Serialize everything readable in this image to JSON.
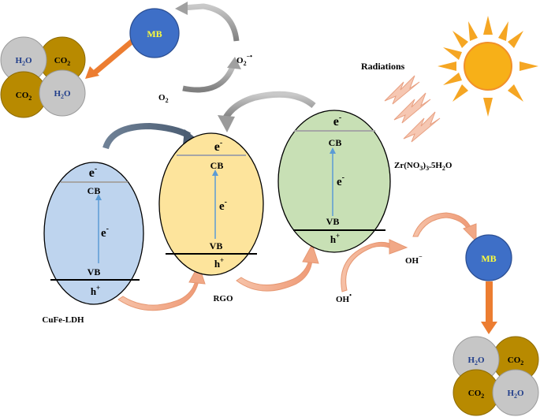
{
  "materials": {
    "ldh": "CuFe-LDH",
    "rgo": "RGO",
    "zr": "Zr(NO",
    "zr_sub1": "3",
    "zr_mid": ")",
    "zr_sub2": "3",
    "zr_tail": ".5H",
    "zr_sub3": "2",
    "zr_end": "O"
  },
  "bands": {
    "cb": "CB",
    "vb": "VB",
    "electron": "e",
    "electron_sup": "-",
    "hole": "h",
    "hole_sup": "+"
  },
  "species": {
    "mb": "MB",
    "o2": "O",
    "o2_sub": "2",
    "superoxide": "O",
    "superoxide_sub": "2",
    "superoxide_sup": "−•",
    "oh_radical": "OH",
    "oh_radical_sup": "•",
    "hydroxide": "OH",
    "hydroxide_sup": "−"
  },
  "products": {
    "h2o_a": "H",
    "h2o_sub": "2",
    "h2o_b": "O",
    "co2_a": "CO",
    "co2_sub": "2"
  },
  "radiations_label": "Radiations",
  "colors": {
    "ldh_fill": "#bed4ee",
    "rgo_fill": "#fde49c",
    "zr_fill": "#c8e0b5",
    "mb_fill": "#3e6fc7",
    "mb_text": "#ffff3a",
    "co2_fill": "#b88a00",
    "h2o_fill": "#c6c6c6",
    "h2o_text": "#203d8a",
    "sun": "#f5a623",
    "orange_arrow": "#ec7d31",
    "salmon_arrow": "#f3a98a",
    "gray_arrow": "#9a9a9a"
  }
}
